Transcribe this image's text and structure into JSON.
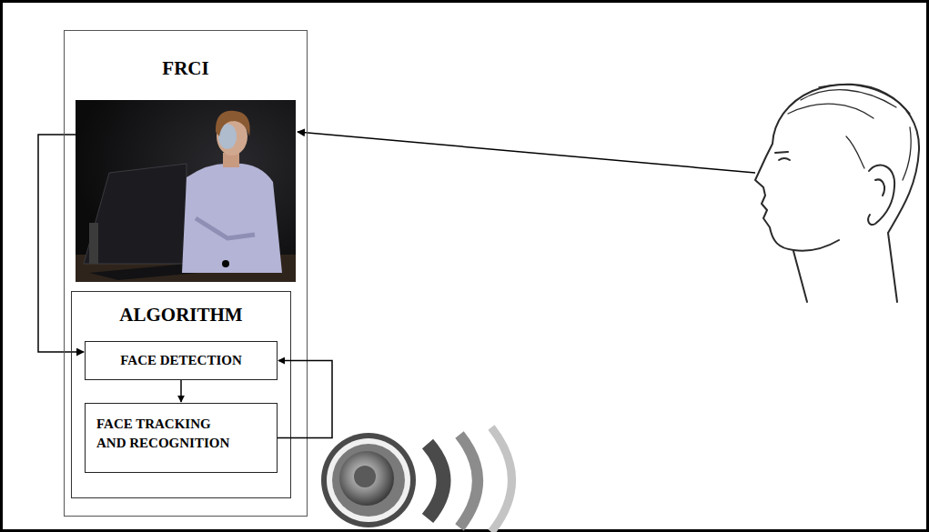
{
  "diagram": {
    "nodes": [
      {
        "text": [
          "FRCI"
        ]
      },
      {
        "text": [
          "ALGORITHM"
        ],
        "in": 0
      },
      {
        "text": [
          "FACE DETECTION"
        ],
        "in": 1
      },
      {
        "text": [
          "FACE TRACKING AND RECOGNITION"
        ],
        "in": 1
      }
    ],
    "edges": [
      {
        "from": 2,
        "to": 3,
        "arrow": "to"
      },
      {
        "from": 3,
        "to": 2,
        "arrow": "to"
      }
    ]
  }
}
